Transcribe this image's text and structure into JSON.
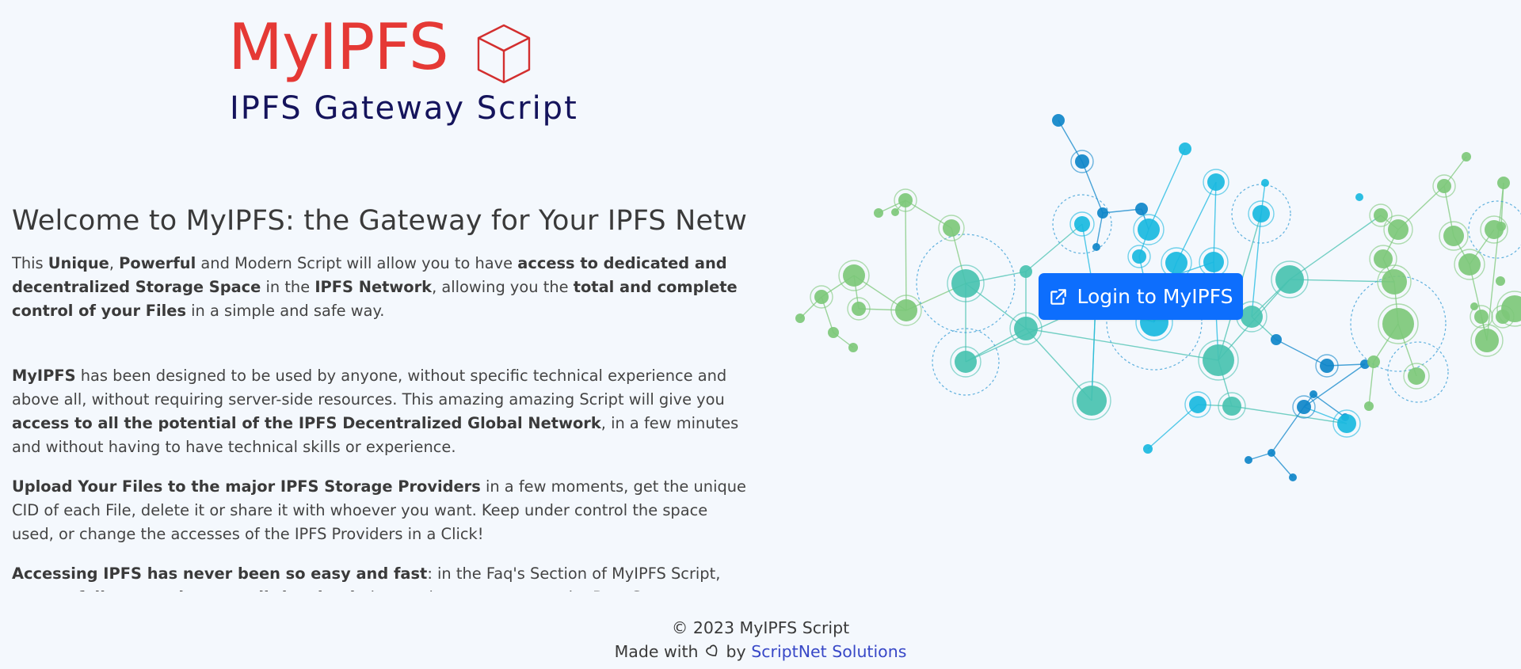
{
  "header": {
    "logo_title": "MyIPFS",
    "logo_subtitle": "IPFS Gateway Script"
  },
  "main": {
    "heading": "Welcome to MyIPFS: the Gateway for Your IPFS Network",
    "p1": [
      {
        "t": "This "
      },
      {
        "t": "Unique",
        "b": true
      },
      {
        "t": ", "
      },
      {
        "t": "Powerful",
        "b": true
      },
      {
        "t": " and Modern Script will allow you to have "
      },
      {
        "t": "access to dedicated and decentralized Storage Space",
        "b": true
      },
      {
        "t": " in the "
      },
      {
        "t": "IPFS Network",
        "b": true
      },
      {
        "t": ", allowing you the "
      },
      {
        "t": "total and complete control of your Files",
        "b": true
      },
      {
        "t": " in a simple and safe way."
      }
    ],
    "p2": [
      {
        "t": "MyIPFS",
        "b": true
      },
      {
        "t": " has been designed to be used by anyone, without specific technical experience and above all, without requiring server-side resources. This amazing amazing Script will give you "
      },
      {
        "t": "access to all the potential of the IPFS Decentralized Global Network",
        "b": true
      },
      {
        "t": ", in a few minutes and without having to have technical skills or experience."
      }
    ],
    "p3": [
      {
        "t": "Upload Your Files to the major IPFS Storage Providers",
        "b": true
      },
      {
        "t": " in a few moments, get the unique CID of each File, delete it or share it with whoever you want. Keep under control the space used, or change the accesses of the IPFS Providers in a Click!"
      }
    ],
    "p4": [
      {
        "t": "Accessing IPFS has never been so easy and fast",
        "b": true
      },
      {
        "t": ": in the Faq's Section of MyIPFS Script, you can "
      },
      {
        "t": "follow step by step all the simple",
        "b": true
      },
      {
        "t": " instructions to access to the Best Storage Providers and"
      }
    ]
  },
  "login_button": {
    "label": "Login to MyIPFS",
    "icon": "external-link-icon"
  },
  "footer": {
    "copyright": "© 2023 MyIPFS Script",
    "made_with": "Made with",
    "by": "by",
    "company": "ScriptNet Solutions",
    "heart_icon": "heart-icon"
  },
  "colors": {
    "background": "#f4f8fd",
    "brand_red": "#e53935",
    "brand_navy": "#15145c",
    "button_blue": "#0d6efd",
    "link_blue": "#3848c7"
  }
}
